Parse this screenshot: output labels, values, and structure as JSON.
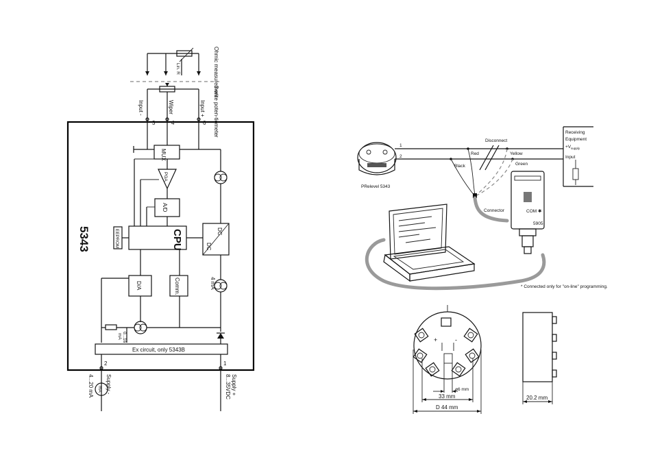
{
  "block_diagram": {
    "ohmic_measurement": "Ohmic measurement",
    "lin_r": "Lin. R",
    "three_wire_pot": "3-wire poten-tiometer",
    "input_minus": "Input -",
    "wiper": "Wiper",
    "input_plus": "Input +",
    "term_3": "3",
    "term_4": "4",
    "term_6": "6",
    "term_2": "2",
    "term_1": "1",
    "model": "5343",
    "mux": "MUX",
    "pga": "PGA",
    "ad": "A/D",
    "cpu": "CPU",
    "eeprom": "EEPROM",
    "dc_top": "DC",
    "dc_bottom": "DC",
    "da": "D/A",
    "comm": "Comm.",
    "four_ma": "4 mA",
    "zero_16ma_a": "0...16",
    "zero_16ma_b": "mA",
    "ex_circuit": "Ex circuit, only 5343B",
    "supply_minus": "Supply -",
    "supply_plus": "Supply +",
    "current_range": "4...20 mA",
    "voltage_range": "8...35VDC",
    "ma_meter": "mA"
  },
  "connection": {
    "receiving_equipment_1": "Receiving",
    "receiving_equipment_2": "Equipment",
    "vsupply": "+V",
    "vsupply_sub": "supply",
    "input": "Input",
    "disconnect": "Disconnect",
    "red": "Red",
    "black": "Black",
    "yellow": "Yellow",
    "green": "Green",
    "wire_1": "1",
    "wire_2": "2",
    "device_label": "PRelevel 5343",
    "connector": "Connector",
    "com_port": "COM ✱",
    "loop_link": "5905",
    "footnote": "* Connected only for \"on-line\" programming."
  },
  "dimensions": {
    "plus": "+",
    "minus": "-",
    "hole": "ø6 mm",
    "width_33": "33 mm",
    "diameter_44": "D 44 mm",
    "depth_20": "20.2 mm"
  }
}
